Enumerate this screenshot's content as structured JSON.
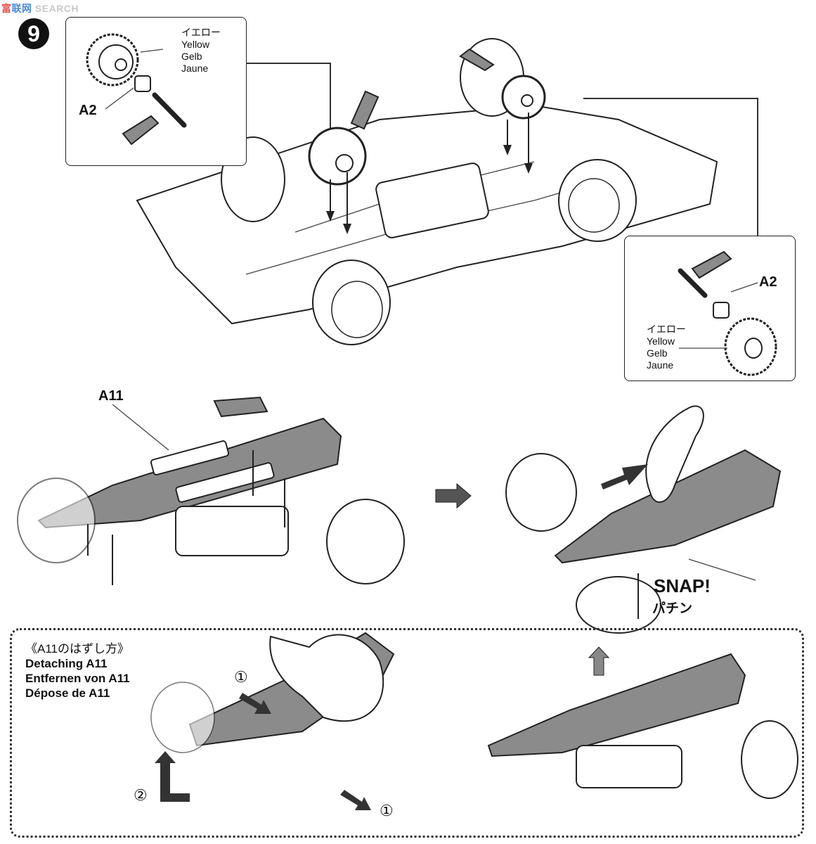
{
  "watermark": {
    "part1": "富",
    "part2": "联网",
    "part3": "SEARCH"
  },
  "step_number": "9",
  "part_a2": "A2",
  "part_a11": "A11",
  "color_label": {
    "jp": "イエロー",
    "en": "Yellow",
    "de": "Gelb",
    "fr": "Jaune"
  },
  "snap": {
    "en": "SNAP!",
    "jp": "パチン"
  },
  "detach": {
    "jp": "《A11のはずし方》",
    "en": "Detaching A11",
    "de": "Entfernen von A11",
    "fr": "Dépose de A11"
  },
  "markers": {
    "one": "①",
    "two": "②"
  }
}
